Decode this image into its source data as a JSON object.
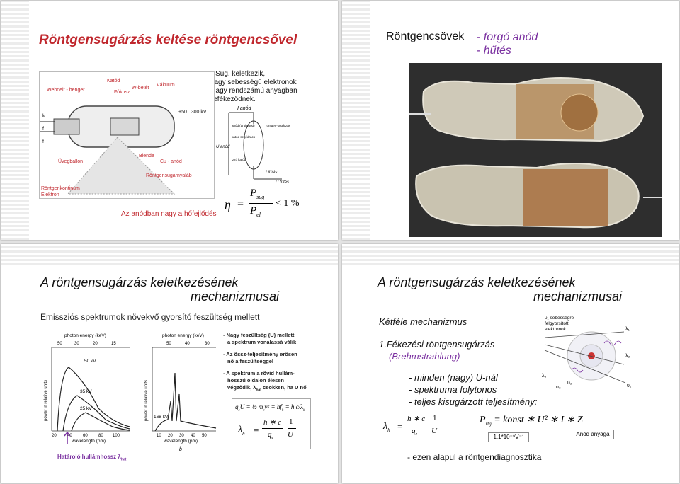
{
  "s1": {
    "title": "Röntgensugárzás keltése röntgencsővel",
    "note1": "Rtg. Sug. keletkezik,",
    "note2": "ha nagy sebességű elektronok",
    "note3": "nagy rendszámú anyagban",
    "note4": "lefékeződnek.",
    "heat": "Az anódban nagy a hőfejlődés",
    "eta": "η",
    "p_top": "P",
    "p_top_sub": "sug",
    "p_bot": "P",
    "p_bot_sub": "el",
    "eq": "=",
    "lt": "< 1 %",
    "lbl_wehnelt": "Wehnelt - henger",
    "lbl_katod": "Katód",
    "lbl_fokusz": "Fókusz",
    "lbl_wbetet": "W-betét",
    "lbl_vakuum": "Vákuum",
    "lbl_kv": "+50...300 kV",
    "lbl_uvegballon": "Üvegballon",
    "lbl_blende": "Blende",
    "lbl_cuanod": "Cu - anód",
    "lbl_nyalab": "Röntgensugárnyaláb",
    "lbl_kontinuum": "Röntgenkontinum",
    "lbl_elektron": "Elektron",
    "lbl_k": "k",
    "lbl_f": "f",
    "lbl_ianod": "I anód",
    "lbl_uanod": "U anód",
    "lbl_ifutes": "I fűtés",
    "lbl_ufutes": "U fűtés",
    "lbl_anod_tamkatod": "anód (antikatód)",
    "lbl_katod_segedero": "katód segédrács",
    "lbl_rontgen_sugarzas": "röntgen-sugárzás",
    "lbl_izzo_katod": "izzó katód"
  },
  "s2": {
    "title": "Röntgencsövek",
    "item1": "- forgó anód",
    "item2": "- hűtés"
  },
  "s3": {
    "title1": "A röntgensugárzás keletkezésének",
    "title2": "mechanizmusai",
    "subtitle": "Emissziós spektrumok növekvő gyorsító feszültség mellett",
    "b1a": "- Nagy feszültség (U) mellett",
    "b1b": "a spektrum vonalassá válik",
    "b2a": "- Az össz-teljesítmény erősen",
    "b2b": "nő a feszültséggel",
    "b3a": "- A spektrum a rövid hullám-",
    "b3b": "hosszú oldalon élesen",
    "b3c": "végződik, λ",
    "b3c_sub": "hat",
    "b3d": " csökken, ha U nő",
    "f1": "q",
    "f1_sub": "e",
    "f1_rest": "U = ½ m",
    "f1_rest_sub": "e",
    "f1_tail": "v² = hf",
    "f1_tail_sub": "h",
    "f1_end": " = h c/λ",
    "f1_end_sub": "h",
    "f2_lam": "λ",
    "f2_lam_sub": "h",
    "f2_num": "h ∗ c",
    "f2_den": "q",
    "f2_den_sub": "e",
    "f2_one": "1",
    "f2_u": "U",
    "f2_eq": "=",
    "cutoff": "Határoló hullámhossz λ",
    "cutoff_sub": "hat",
    "chart_a": {
      "top_axis": "photon energy (keV)",
      "ticks_top": [
        "50",
        "30",
        "20",
        "15"
      ],
      "ylabel": "power in relative units",
      "xlabel": "wavelength (pm)",
      "ticks_bottom": [
        "20",
        "40",
        "60",
        "80",
        "100"
      ],
      "curves": [
        "50 kV",
        "35 kV",
        "25 kV"
      ]
    },
    "chart_b": {
      "top_axis": "photon energy (keV)",
      "ticks_top": [
        "50",
        "40",
        "30"
      ],
      "ylabel": "power in relative units",
      "xlabel": "wavelength (pm)",
      "ticks_bottom": [
        "10",
        "20",
        "30",
        "40",
        "50"
      ],
      "curve": "168 kV",
      "caption": "b"
    }
  },
  "s4": {
    "title1": "A röntgensugárzás keletkezésének",
    "title2": "mechanizmusai",
    "h1": "Kétféle mechanizmus",
    "h2a": "1.Fékezési röntgensugárzás",
    "h2b": "(Brehmstrahlung)",
    "l1": "- minden (nagy) U-nál",
    "l2": "- spektruma folytonos",
    "l3": "- teljes kisugárzott teljesítmény:",
    "diag_title1": "υ₁ sebességre",
    "diag_title2": "felgyorsított",
    "diag_title3": "elektronok",
    "diag_l1": "λ₁",
    "diag_l2": "λ₂",
    "diag_l3": "λ₃",
    "diag_v1": "υ₁",
    "diag_v2": "υ₂",
    "diag_v3": "υ₃",
    "f_lam": "λ",
    "f_lam_sub": "h",
    "f_num": "h ∗ c",
    "f_one": "1",
    "f_den": "q",
    "f_den_sub": "e",
    "f_u": "U",
    "f_eq": "=",
    "p_formula": "P",
    "p_formula_sub": "rtg",
    "p_formula_rest": " = konst ∗ U² ∗ I ∗ Z",
    "konst_box": "1.1*10⁻⁹V⁻¹",
    "anod_box": "Anód anyaga",
    "bottom": "- ezen alapul a röntgendiagnosztika"
  }
}
